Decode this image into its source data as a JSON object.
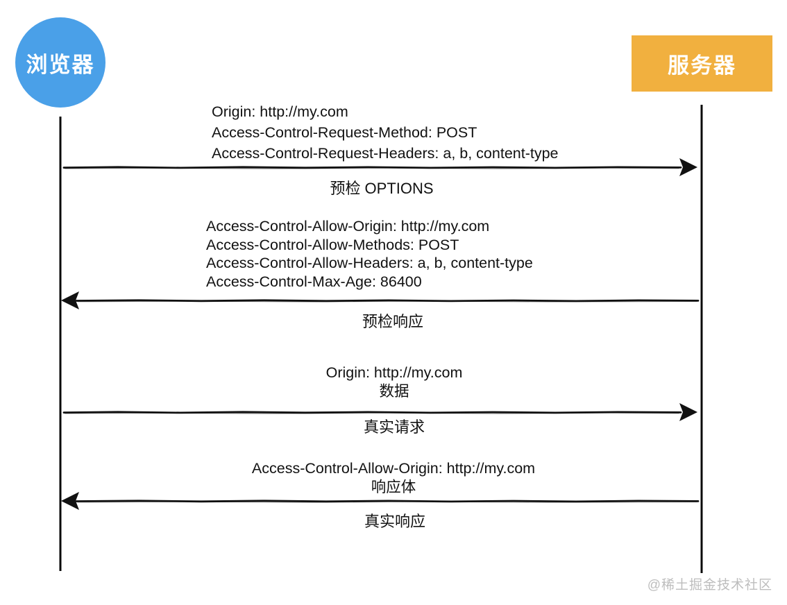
{
  "diagram": {
    "title_semantic": "CORS preflight sequence diagram",
    "actors": {
      "browser": {
        "label": "浏览器",
        "color": "#4aa0e8",
        "shape": "circle"
      },
      "server": {
        "label": "服务器",
        "color": "#f1b03f",
        "shape": "rect"
      }
    },
    "messages": [
      {
        "direction": "right",
        "from": "browser",
        "to": "server",
        "lines": [
          "Origin: http://my.com",
          "Access-Control-Request-Method: POST",
          "Access-Control-Request-Headers: a, b, content-type"
        ],
        "label": "预检 OPTIONS"
      },
      {
        "direction": "left",
        "from": "server",
        "to": "browser",
        "lines": [
          "Access-Control-Allow-Origin: http://my.com",
          "Access-Control-Allow-Methods: POST",
          "Access-Control-Allow-Headers: a, b, content-type",
          "Access-Control-Max-Age: 86400"
        ],
        "label": "预检响应"
      },
      {
        "direction": "right",
        "from": "browser",
        "to": "server",
        "lines": [
          "Origin: http://my.com",
          "数据"
        ],
        "label": "真实请求"
      },
      {
        "direction": "left",
        "from": "server",
        "to": "browser",
        "lines": [
          "Access-Control-Allow-Origin: http://my.com",
          "响应体"
        ],
        "label": "真实响应"
      }
    ],
    "watermark": "@稀土掘金技术社区"
  }
}
